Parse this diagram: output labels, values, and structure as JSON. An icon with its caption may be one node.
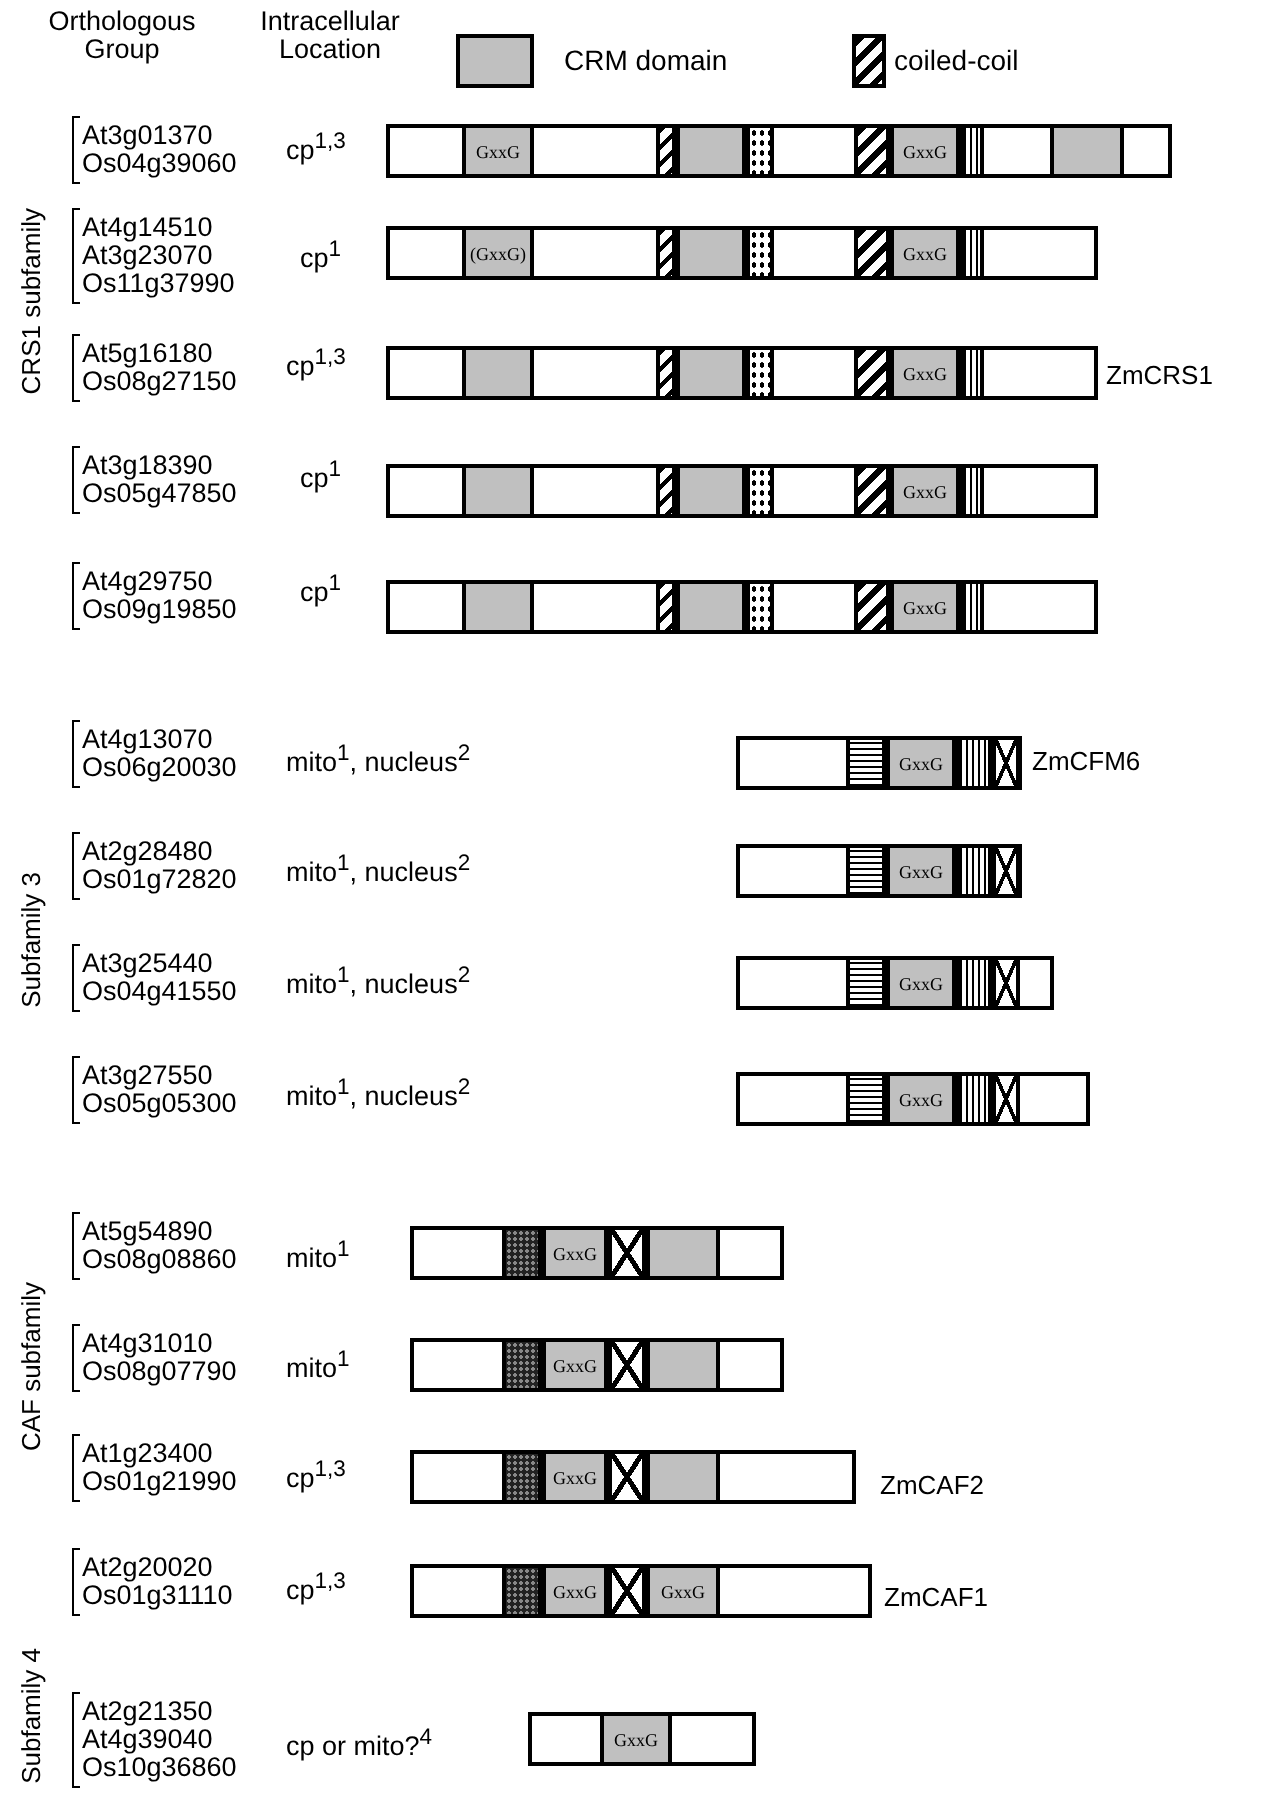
{
  "diagram": {
    "nodes": [
      {
        "text": [
          "GxxG",
          "GxxG"
        ]
      },
      {
        "text": [
          "(GxxG)",
          "GxxG"
        ]
      },
      {
        "text": [
          "GxxG"
        ],
        "beside": [
          "ZmCRS1"
        ]
      },
      {
        "text": [
          "GxxG"
        ]
      },
      {
        "text": [
          "GxxG"
        ]
      },
      {
        "text": [
          "GxxG"
        ],
        "beside": [
          "ZmCFM6"
        ]
      },
      {
        "text": [
          "GxxG"
        ]
      },
      {
        "text": [
          "GxxG"
        ]
      },
      {
        "text": [
          "GxxG"
        ]
      },
      {
        "text": [
          "GxxG"
        ]
      },
      {
        "text": [
          "GxxG"
        ]
      },
      {
        "text": [
          "GxxG"
        ],
        "beside": [
          "ZmCAF2"
        ]
      },
      {
        "text": [
          "GxxG",
          "GxxG"
        ],
        "beside": [
          "ZmCAF1"
        ]
      },
      {
        "text": [
          "GxxG"
        ]
      }
    ],
    "labels": [
      "Orthologous Group",
      "Intracellular Location",
      "CRS1 subfamily",
      "At3g01370 Os04g39060",
      "cp$^{1,3}$",
      "At4g14510 At3g23070 Os11g37990",
      "cp$^{1}$",
      "At5g16180 Os08g27150",
      "cp$^{1,3}$",
      "At3g18390 Os05g47850",
      "cp$^{1}$",
      "At4g29750 Os09g19850",
      "cp$^{1}$",
      "Subfamily 3",
      "At4g13070 Os06g20030",
      "mito$^{1}$, nucleus$^{2}$",
      "At2g28480 Os01g72820",
      "mito$^{1}$, nucleus$^{2}$",
      "At3g25440 Os04g41550",
      "mito$^{1}$, nucleus$^{2}$",
      "At3g27550 Os05g05300",
      "mito$^{1}$, nucleus$^{2}$",
      "CAF subfamily",
      "At5g54890 Os08g08860",
      "mito$^{1}$",
      "At4g31010 Os08g07790",
      "mito$^{1}$",
      "At1g23400 Os01g21990",
      "cp$^{1,3}$",
      "At2g20020 Os01g31110",
      "cp$^{1,3}$",
      "Subfamily 4",
      "At2g21350 At4g39040 Os10g36860",
      "cp or mito?$^{4}$"
    ],
    "legend": [
      {
        "text": "CRM domain",
        "color": "#c0c0c0"
      },
      {
        "text": "coiled-coil"
      }
    ]
  }
}
